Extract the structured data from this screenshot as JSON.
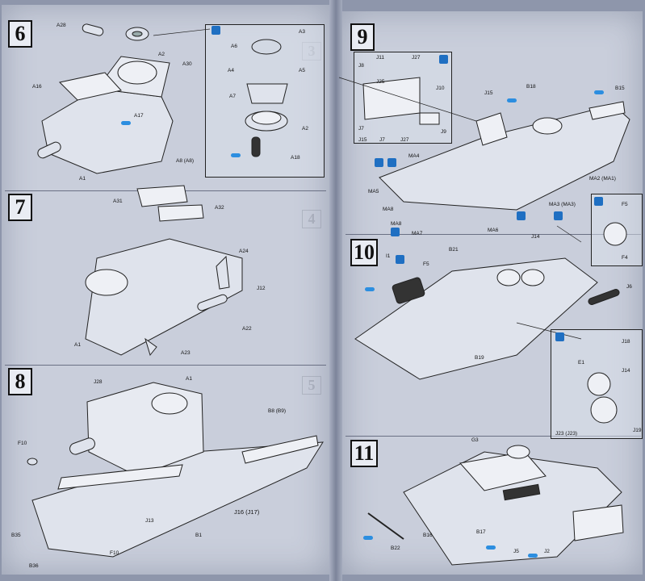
{
  "steps": {
    "s6": {
      "number": "6",
      "labels": [
        "A28",
        "A2",
        "A30",
        "A16",
        "A17",
        "A8 (A8)",
        "A1",
        "A3",
        "A6",
        "A4",
        "A5",
        "A7",
        "A2",
        "A18"
      ]
    },
    "s7": {
      "number": "7",
      "labels": [
        "A31",
        "A32",
        "A24",
        "J12",
        "A22",
        "A1",
        "A23"
      ]
    },
    "s8": {
      "number": "8",
      "labels": [
        "J28",
        "A1",
        "B8 (B9)",
        "F10",
        "B35",
        "J13",
        "J16 (J17)",
        "B1",
        "F10",
        "B36"
      ]
    },
    "s9": {
      "number": "9",
      "labels": [
        "J8",
        "J11",
        "J25",
        "J27",
        "J10",
        "J9",
        "J7",
        "J15",
        "J7",
        "J27",
        "J15",
        "B18",
        "B15",
        "MA4",
        "MA5",
        "MA8",
        "MA7",
        "MA8",
        "MA6",
        "MA2 (MA1)",
        "MA3 (MA3)"
      ]
    },
    "s10": {
      "number": "10",
      "labels": [
        "F5",
        "F4",
        "J14",
        "B21",
        "I1",
        "F5",
        "J6",
        "B19",
        "J18",
        "E1",
        "J14",
        "J23 (J23)",
        "J19"
      ]
    },
    "s11": {
      "number": "11",
      "labels": [
        "G3",
        "B16",
        "B22",
        "B17",
        "J5",
        "J2"
      ]
    }
  },
  "ghost_numbers": [
    "3",
    "4",
    "5"
  ],
  "colors": {
    "paper": "#c9cedb",
    "ink": "#111111",
    "accent_blue": "#1f6fc2"
  }
}
